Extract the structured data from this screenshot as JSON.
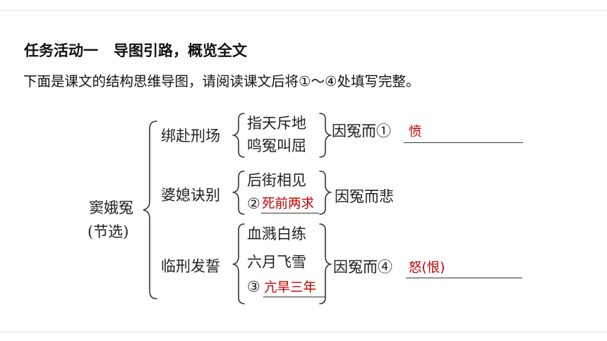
{
  "header": {
    "task_label": "任务活动一",
    "task_name": "导图引路，概览全文",
    "instruction": "下面是课文的结构思维导图，请阅读课文后将①～④处填写完整。"
  },
  "mindmap": {
    "root": {
      "title": "窦娥冤",
      "subtitle": "(节选)"
    },
    "branches": [
      {
        "name": "绑赴刑场",
        "items": [
          "指天斥地",
          "鸣冤叫屈"
        ],
        "result": "因冤而①",
        "answer": "愤"
      },
      {
        "name": "婆媳诀别",
        "items": [
          "后街相见"
        ],
        "blank_item_prefix": "②",
        "blank_item_answer": "死前两求",
        "result": "因冤而悲"
      },
      {
        "name": "临刑发誓",
        "items": [
          "血溅白练",
          "六月飞雪"
        ],
        "blank_item_prefix": "③",
        "blank_item_answer": "亢旱三年",
        "result": "因冤而④",
        "answer": "怒(恨)"
      }
    ]
  },
  "colors": {
    "answer": "#c00000",
    "text": "#222222",
    "rule": "#e4e4e4"
  }
}
